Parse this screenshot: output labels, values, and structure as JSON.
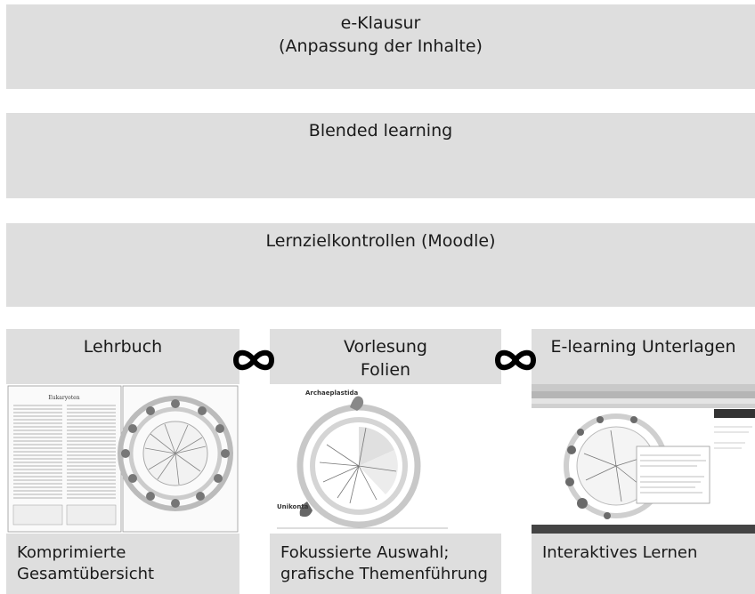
{
  "bands": [
    {
      "lines": [
        "e-Klausur",
        "(Anpassung der Inhalte)"
      ]
    },
    {
      "lines": [
        "Blended learning"
      ]
    },
    {
      "lines": [
        "Lernzielkontrollen (Moodle)"
      ]
    }
  ],
  "columns": [
    {
      "heading": [
        "Lehrbuch"
      ],
      "caption": [
        "Komprimierte",
        "Gesamtübersicht"
      ],
      "book_page_title": "Eukaryoten"
    },
    {
      "heading": [
        "Vorlesung",
        "Folien"
      ],
      "caption": [
        "Fokussierte Auswahl;",
        "grafische Themenführung"
      ],
      "slide_labels": [
        "Archaeplastida",
        "Unikonta"
      ]
    },
    {
      "heading": [
        "E-learning Unterlagen"
      ],
      "caption": [
        "Interaktives Lernen"
      ]
    }
  ],
  "connector_symbol": "infinity",
  "colors": {
    "panel": "#dedede",
    "text": "#1a1a1a",
    "connector": "#000000"
  }
}
